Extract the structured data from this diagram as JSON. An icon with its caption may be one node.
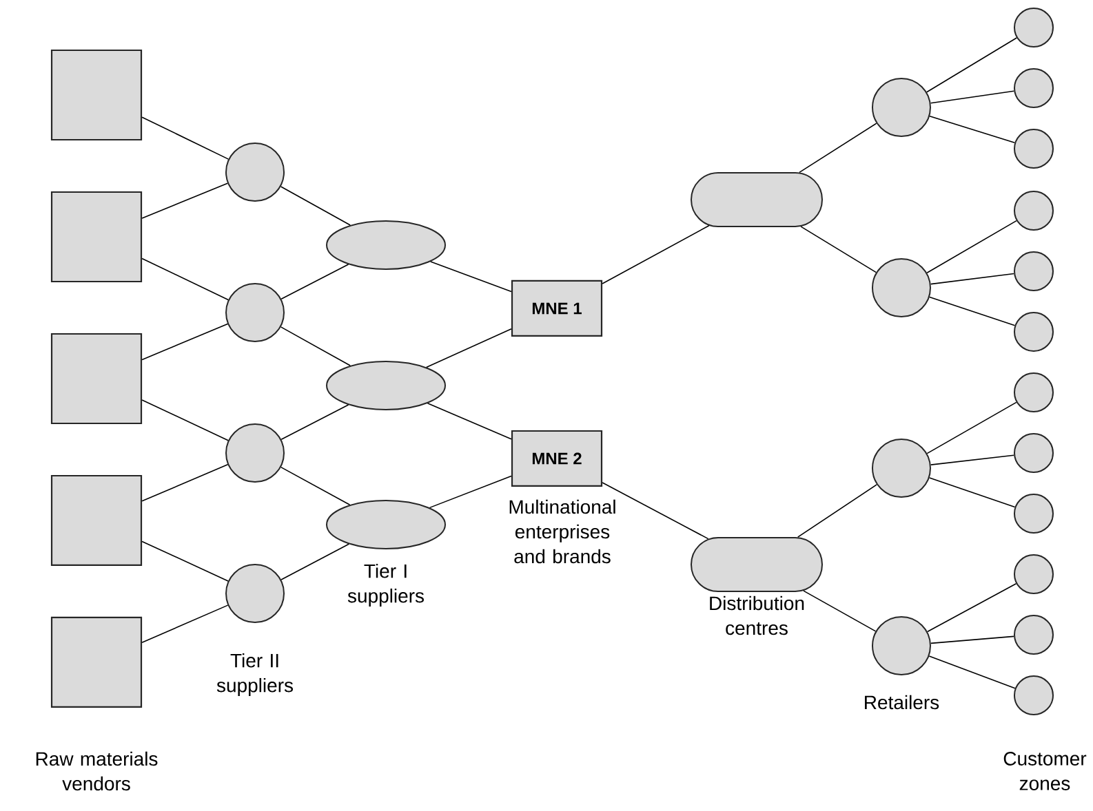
{
  "diagram": {
    "nodes": [
      {
        "text": [],
        "shape": "box"
      },
      {
        "text": [],
        "shape": "box"
      },
      {
        "text": [],
        "shape": "box"
      },
      {
        "text": [],
        "shape": "box"
      },
      {
        "text": [],
        "shape": "box"
      },
      {
        "text": [],
        "shape": "circle"
      },
      {
        "text": [],
        "shape": "circle"
      },
      {
        "text": [],
        "shape": "circle"
      },
      {
        "text": [],
        "shape": "circle"
      },
      {
        "text": [],
        "shape": "ellipse"
      },
      {
        "text": [],
        "shape": "ellipse"
      },
      {
        "text": [],
        "shape": "ellipse"
      },
      {
        "text": [
          "MNE 1"
        ]
      },
      {
        "text": [
          "MNE 2"
        ]
      },
      {
        "text": [],
        "shape": "pill"
      },
      {
        "text": [],
        "shape": "pill"
      },
      {
        "text": [],
        "shape": "circle"
      },
      {
        "text": [],
        "shape": "circle"
      },
      {
        "text": [],
        "shape": "circle"
      },
      {
        "text": [],
        "shape": "circle"
      },
      {
        "text": [],
        "shape": "circle"
      },
      {
        "text": [],
        "shape": "circle"
      },
      {
        "text": [],
        "shape": "circle"
      },
      {
        "text": [],
        "shape": "circle"
      },
      {
        "text": [],
        "shape": "circle"
      },
      {
        "text": [],
        "shape": "circle"
      },
      {
        "text": [],
        "shape": "circle"
      },
      {
        "text": [],
        "shape": "circle"
      },
      {
        "text": [],
        "shape": "circle"
      },
      {
        "text": [],
        "shape": "circle"
      },
      {
        "text": [],
        "shape": "circle"
      },
      {
        "text": [],
        "shape": "circle"
      }
    ],
    "edges": [
      {
        "from": 0,
        "to": 5,
        "arrow": "none"
      },
      {
        "from": 1,
        "to": 5,
        "arrow": "none"
      },
      {
        "from": 1,
        "to": 6,
        "arrow": "none"
      },
      {
        "from": 2,
        "to": 6,
        "arrow": "none"
      },
      {
        "from": 2,
        "to": 7,
        "arrow": "none"
      },
      {
        "from": 3,
        "to": 7,
        "arrow": "none"
      },
      {
        "from": 3,
        "to": 8,
        "arrow": "none"
      },
      {
        "from": 4,
        "to": 8,
        "arrow": "none"
      },
      {
        "from": 5,
        "to": 9,
        "arrow": "none"
      },
      {
        "from": 6,
        "to": 9,
        "arrow": "none"
      },
      {
        "from": 6,
        "to": 10,
        "arrow": "none"
      },
      {
        "from": 7,
        "to": 10,
        "arrow": "none"
      },
      {
        "from": 7,
        "to": 11,
        "arrow": "none"
      },
      {
        "from": 8,
        "to": 11,
        "arrow": "none"
      },
      {
        "from": 9,
        "to": 12,
        "arrow": "none"
      },
      {
        "from": 10,
        "to": 12,
        "arrow": "none"
      },
      {
        "from": 10,
        "to": 13,
        "arrow": "none"
      },
      {
        "from": 11,
        "to": 13,
        "arrow": "none"
      },
      {
        "from": 12,
        "to": 14,
        "arrow": "none"
      },
      {
        "from": 13,
        "to": 15,
        "arrow": "none"
      },
      {
        "from": 14,
        "to": 16,
        "arrow": "none"
      },
      {
        "from": 14,
        "to": 17,
        "arrow": "none"
      },
      {
        "from": 15,
        "to": 18,
        "arrow": "none"
      },
      {
        "from": 15,
        "to": 19,
        "arrow": "none"
      },
      {
        "from": 16,
        "to": 20,
        "arrow": "none"
      },
      {
        "from": 16,
        "to": 21,
        "arrow": "none"
      },
      {
        "from": 16,
        "to": 22,
        "arrow": "none"
      },
      {
        "from": 17,
        "to": 23,
        "arrow": "none"
      },
      {
        "from": 17,
        "to": 24,
        "arrow": "none"
      },
      {
        "from": 17,
        "to": 25,
        "arrow": "none"
      },
      {
        "from": 18,
        "to": 26,
        "arrow": "none"
      },
      {
        "from": 18,
        "to": 27,
        "arrow": "none"
      },
      {
        "from": 18,
        "to": 28,
        "arrow": "none"
      },
      {
        "from": 19,
        "to": 29,
        "arrow": "none"
      },
      {
        "from": 19,
        "to": 30,
        "arrow": "none"
      },
      {
        "from": 19,
        "to": 31,
        "arrow": "none"
      }
    ],
    "labels": [
      "Customer zones",
      "Multinational enterprises and brands",
      "Tier I suppliers",
      "Distribution centres",
      "Tier II suppliers",
      "Retailers",
      "Raw materials vendors"
    ]
  }
}
